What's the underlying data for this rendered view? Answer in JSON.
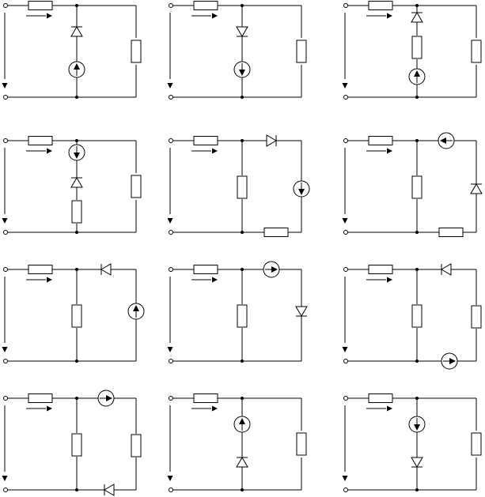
{
  "line_color": "#000000",
  "background": "#ffffff",
  "circuits": [
    {
      "id": "c1",
      "topology": "A",
      "center": [
        "diode-up",
        "source-up"
      ]
    },
    {
      "id": "c2",
      "topology": "A",
      "center": [
        "diode-down",
        "source-down"
      ]
    },
    {
      "id": "c3",
      "topology": "A",
      "center": [
        "diode-up",
        "resistor",
        "source-up"
      ]
    },
    {
      "id": "c4",
      "topology": "A",
      "center": [
        "source-down",
        "diode-up",
        "resistor"
      ]
    },
    {
      "id": "c5",
      "topology": "B",
      "top_mid": "diode-right",
      "right_branch": "source-down"
    },
    {
      "id": "c6",
      "topology": "B",
      "top_mid": "source-left",
      "right_branch": "diode-up"
    },
    {
      "id": "c7",
      "topology": "C",
      "top_mid": "diode-left",
      "right_branch": "source-up"
    },
    {
      "id": "c8",
      "topology": "C",
      "top_mid": "source-right",
      "right_branch": "diode-down"
    },
    {
      "id": "c9",
      "topology": "D",
      "top_mid": "diode-left",
      "right_branch": "resistor",
      "bottom_mid": "source-right"
    },
    {
      "id": "c10",
      "topology": "D",
      "top_mid": "source-right",
      "right_branch": "resistor",
      "bottom_mid": "diode-left"
    },
    {
      "id": "c11",
      "topology": "A",
      "center": [
        "source-up",
        "diode-up"
      ]
    },
    {
      "id": "c12",
      "topology": "A",
      "center": [
        "source-down",
        "diode-down"
      ]
    }
  ]
}
